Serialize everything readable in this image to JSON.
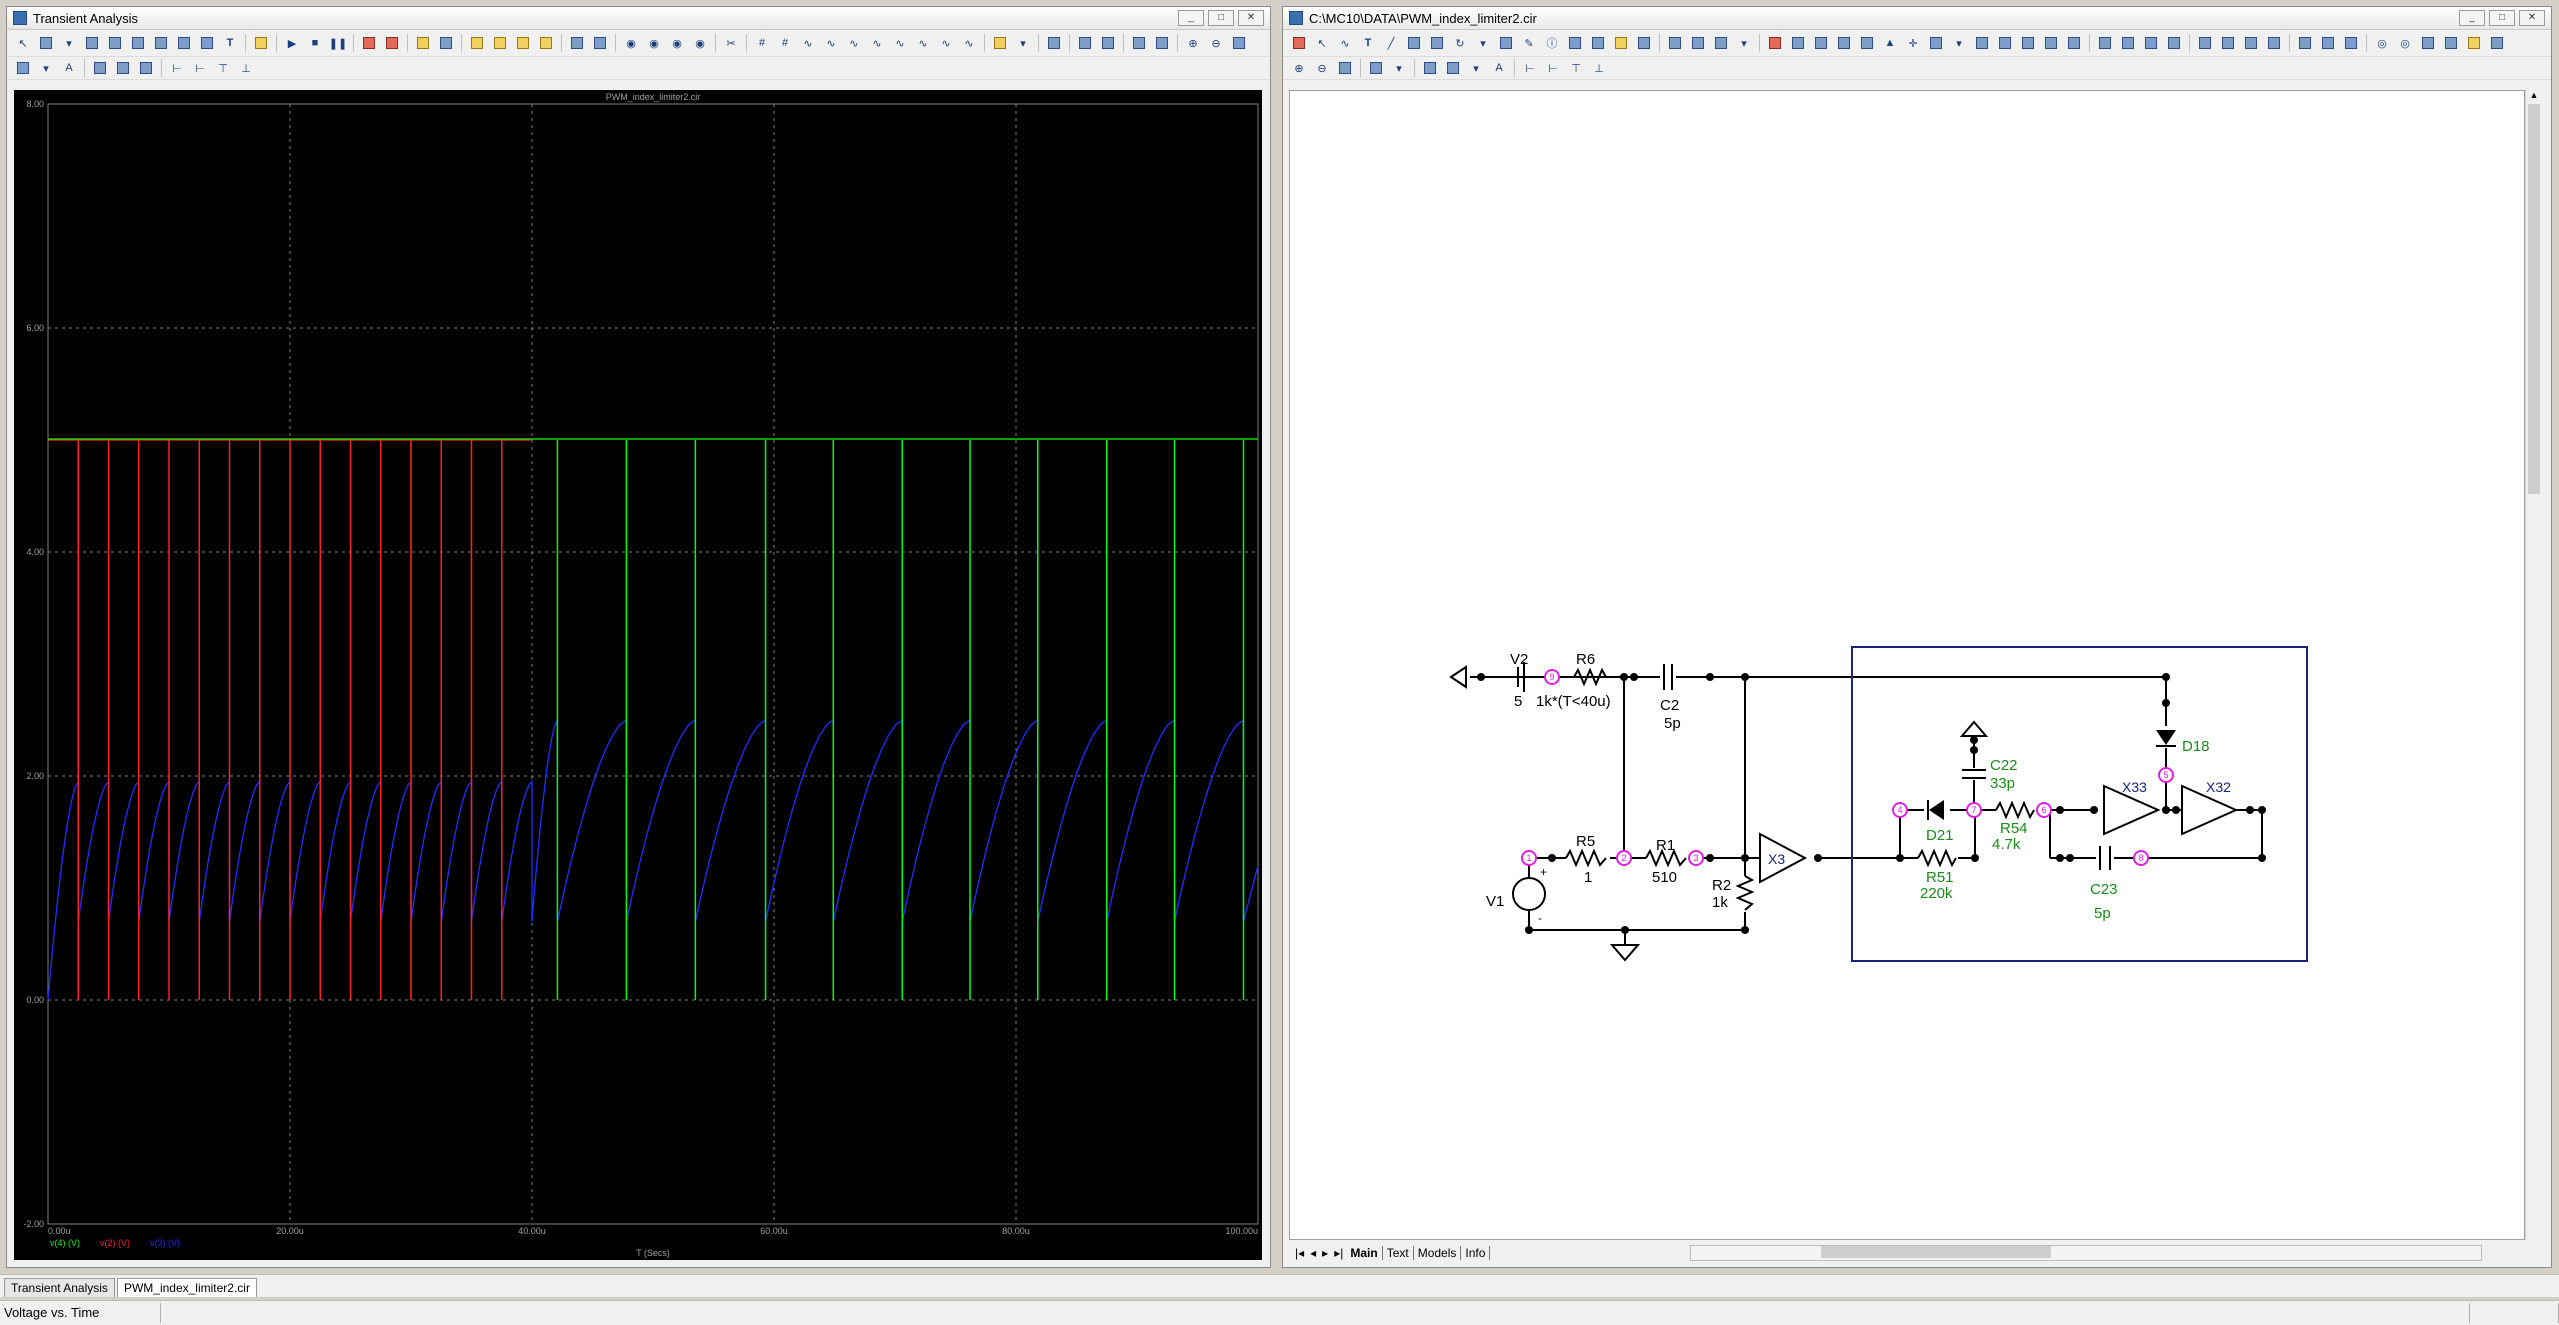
{
  "left_window": {
    "title": "Transient Analysis",
    "plot_title": "PWM_index_limiter2.cir",
    "x_axis_label": "T (Secs)",
    "legend": [
      {
        "label": "v(4) (V)",
        "color": "#00ff00"
      },
      {
        "label": "v(2) (V)",
        "color": "#ff2020"
      },
      {
        "label": "v(3) (V)",
        "color": "#2030ff"
      }
    ]
  },
  "right_window": {
    "title": "C:\\MC10\\DATA\\PWM_index_limiter2.cir",
    "tabs": [
      "Main",
      "Text",
      "Models",
      "Info"
    ],
    "active_tab": "Main"
  },
  "schematic": {
    "V2": {
      "name": "V2",
      "value": "5"
    },
    "R6": {
      "name": "R6",
      "value": "1k*(T<40u)"
    },
    "C2": {
      "name": "C2",
      "value": "5p"
    },
    "R5": {
      "name": "R5",
      "value": "1"
    },
    "R1": {
      "name": "R1",
      "value": "510"
    },
    "R2": {
      "name": "R2",
      "value": "1k"
    },
    "V1": {
      "name": "V1"
    },
    "X3": {
      "name": "X3"
    },
    "X33": {
      "name": "X33"
    },
    "X32": {
      "name": "X32"
    },
    "D21": {
      "name": "D21"
    },
    "D18": {
      "name": "D18"
    },
    "C22": {
      "name": "C22",
      "value": "33p"
    },
    "R54": {
      "name": "R54",
      "value": "4.7k"
    },
    "R51": {
      "name": "R51",
      "value": "220k"
    },
    "C23": {
      "name": "C23",
      "value": "5p"
    },
    "nodes": [
      "1",
      "2",
      "3",
      "4",
      "5",
      "6",
      "7",
      "8",
      "9"
    ],
    "plus_sign": "+",
    "minus_sign": "-"
  },
  "taskbar": {
    "tabs": [
      "Transient Analysis",
      "PWM_index_limiter2.cir"
    ],
    "active": "PWM_index_limiter2.cir"
  },
  "status_bar": {
    "text": "Voltage vs. Time"
  },
  "chart_data": {
    "type": "line",
    "title": "PWM_index_limiter2.cir",
    "xlabel": "T (Secs)",
    "ylabel": "",
    "xlim": [
      0,
      100
    ],
    "ylim": [
      -2,
      8
    ],
    "x_tick_labels": [
      "0.00u",
      "20.00u",
      "40.00u",
      "60.00u",
      "80.00u",
      "100.00u"
    ],
    "y_tick_labels": [
      "-2.00",
      "0.00",
      "2.00",
      "4.00",
      "6.00",
      "8.00"
    ],
    "grid": true,
    "legend_position": "bottom-left",
    "series": [
      {
        "name": "v(4) (V)",
        "color": "#00ff00",
        "high": 5,
        "low": 0,
        "pulse_times": [
          42.1,
          47.8,
          53.5,
          59.3,
          64.9,
          70.6,
          76.2,
          81.8,
          87.5,
          93.1,
          98.8
        ]
      },
      {
        "name": "v(2) (V)",
        "color": "#ff2020",
        "high": 5,
        "low": 0,
        "pulse_times": [
          2.5,
          5.0,
          7.5,
          10.0,
          12.5,
          15.0,
          17.5,
          20.0,
          22.5,
          25.0,
          27.5,
          30.0,
          32.5,
          35.0,
          37.5
        ]
      },
      {
        "name": "v(3) (V)",
        "color": "#2030ff",
        "low": 0.7,
        "peaks_phase1": 1.95,
        "peaks_phase2": 2.5,
        "reset_times_phase1": [
          2.5,
          5.0,
          7.5,
          10.0,
          12.5,
          15.0,
          17.5,
          20.0,
          22.5,
          25.0,
          27.5,
          30.0,
          32.5,
          35.0,
          37.5,
          40.0
        ],
        "reset_times_phase2": [
          42.1,
          47.8,
          53.5,
          59.3,
          64.9,
          70.6,
          76.2,
          81.8,
          87.5,
          93.1,
          98.8
        ]
      }
    ]
  }
}
